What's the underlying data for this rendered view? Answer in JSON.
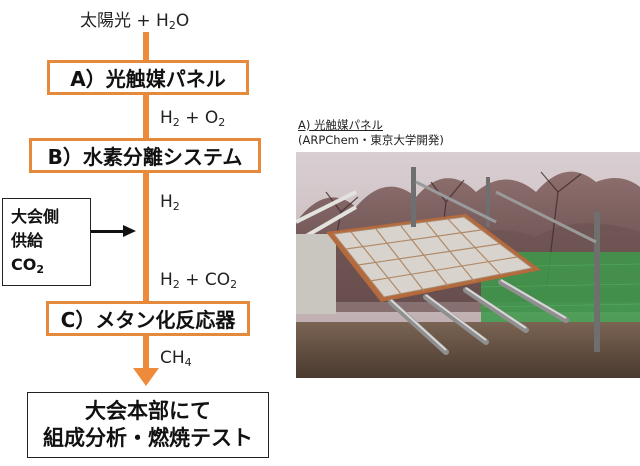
{
  "top_input": {
    "prefix": "太陽光 + H",
    "sub": "2",
    "suffix": "O"
  },
  "box_a": "A）光触媒パネル",
  "label_h2_o2": {
    "p1": "H",
    "s1": "2",
    "p2": " + O",
    "s2": "2"
  },
  "box_b": "B）水素分離システム",
  "label_h2": {
    "p1": "H",
    "s1": "2"
  },
  "side_box": {
    "line1": "大会側",
    "line2": "供給",
    "line3": "CO",
    "line3_sub": "2"
  },
  "label_h2_co2": {
    "p1": "H",
    "s1": "2",
    "p2": " + CO",
    "s2": "2"
  },
  "box_c": "C）メタン化反応器",
  "label_ch4": {
    "p1": "CH",
    "s1": "4"
  },
  "bottom_box": {
    "line1": "大会本部にて",
    "line2": "組成分析・燃焼テスト"
  },
  "photo_caption": {
    "title": "A) 光触媒パネル",
    "credit": "(ARPChem・東京大学開発)"
  },
  "colors": {
    "accent_orange": "#ee8b3a",
    "box_border": "#e58a3a",
    "text": "#111111"
  }
}
